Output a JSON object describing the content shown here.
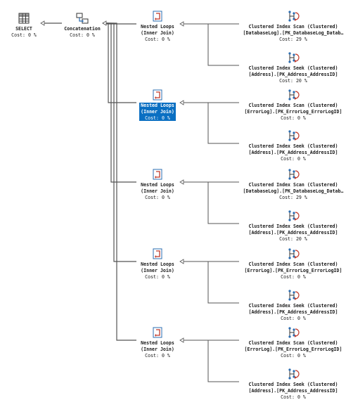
{
  "select": {
    "label": "SELECT",
    "cost": "Cost: 0 %",
    "icon": "select-table-icon"
  },
  "concat": {
    "label": "Concatenation",
    "cost": "Cost: 0 %",
    "icon": "concatenation-icon"
  },
  "branches": [
    {
      "loop": {
        "label": "Nested Loops",
        "sub": "(Inner Join)",
        "cost": "Cost: 0 %"
      },
      "scan": {
        "label": "Clustered Index Scan (Clustered)",
        "obj": "[DatabaseLog].[PK_DatabaseLog_Datab…",
        "cost": "Cost: 29 %"
      },
      "seek": {
        "label": "Clustered Index Seek (Clustered)",
        "obj": "[Address].[PK_Address_AddressID]",
        "cost": "Cost: 20 %"
      }
    },
    {
      "loop": {
        "label": "Nested Loops",
        "sub": "(Inner Join)",
        "cost": "Cost: 0 %",
        "selected": true
      },
      "scan": {
        "label": "Clustered Index Scan (Clustered)",
        "obj": "[ErrorLog].[PK_ErrorLog_ErrorLogID]",
        "cost": "Cost: 0 %"
      },
      "seek": {
        "label": "Clustered Index Seek (Clustered)",
        "obj": "[Address].[PK_Address_AddressID]",
        "cost": "Cost: 0 %"
      }
    },
    {
      "loop": {
        "label": "Nested Loops",
        "sub": "(Inner Join)",
        "cost": "Cost: 0 %"
      },
      "scan": {
        "label": "Clustered Index Scan (Clustered)",
        "obj": "[DatabaseLog].[PK_DatabaseLog_Datab…",
        "cost": "Cost: 29 %"
      },
      "seek": {
        "label": "Clustered Index Seek (Clustered)",
        "obj": "[Address].[PK_Address_AddressID]",
        "cost": "Cost: 20 %"
      }
    },
    {
      "loop": {
        "label": "Nested Loops",
        "sub": "(Inner Join)",
        "cost": "Cost: 0 %"
      },
      "scan": {
        "label": "Clustered Index Scan (Clustered)",
        "obj": "[ErrorLog].[PK_ErrorLog_ErrorLogID]",
        "cost": "Cost: 0 %"
      },
      "seek": {
        "label": "Clustered Index Seek (Clustered)",
        "obj": "[Address].[PK_Address_AddressID]",
        "cost": "Cost: 0 %"
      }
    },
    {
      "loop": {
        "label": "Nested Loops",
        "sub": "(Inner Join)",
        "cost": "Cost: 0 %"
      },
      "scan": {
        "label": "Clustered Index Scan (Clustered)",
        "obj": "[ErrorLog].[PK_ErrorLog_ErrorLogID]",
        "cost": "Cost: 0 %"
      },
      "seek": {
        "label": "Clustered Index Seek (Clustered)",
        "obj": "[Address].[PK_Address_AddressID]",
        "cost": "Cost: 0 %"
      }
    }
  ],
  "colors": {
    "selected": "#0a6fc2",
    "line": "#555555",
    "icon_blue": "#2b6cb0",
    "icon_red": "#c0392b"
  }
}
